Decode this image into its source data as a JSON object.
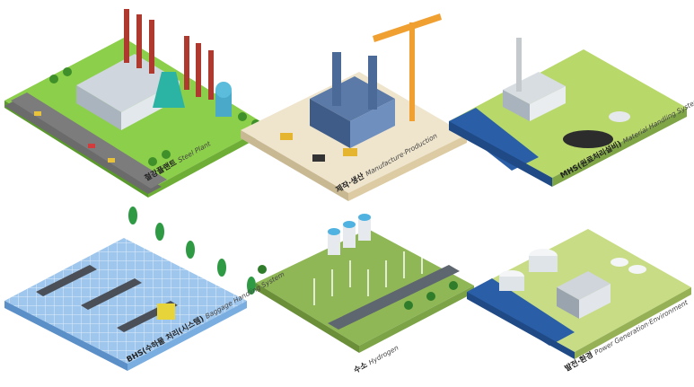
{
  "scenes": [
    {
      "ko": "철강플랜트",
      "en": "Steel Plant"
    },
    {
      "ko": "제작·생산",
      "en": "Manufacture·Production"
    },
    {
      "ko": "MHS(원료처리설비)",
      "en": "Material Handling System"
    },
    {
      "ko": "BHS(수하물 처리(시스템)",
      "en": "Baggage Handling System"
    },
    {
      "ko": "수소",
      "en": "Hydrogen"
    },
    {
      "ko": "발전·환경",
      "en": "Power Generation·Environment"
    }
  ]
}
